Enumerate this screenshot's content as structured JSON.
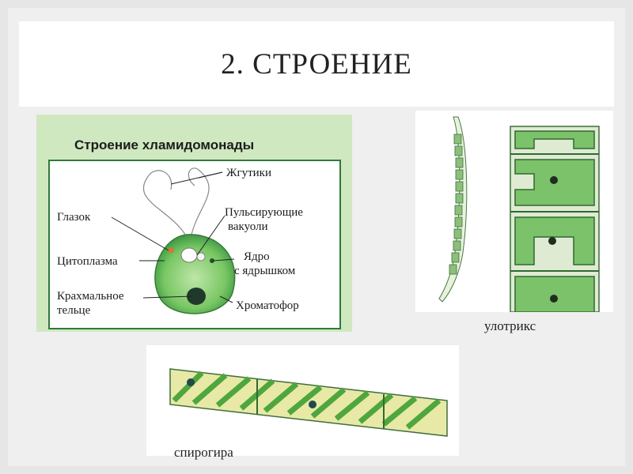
{
  "slide": {
    "title": "2. СТРОЕНИЕ"
  },
  "chlamydomonas": {
    "heading": "Строение хламидомонады",
    "labels": {
      "flagella": "Жгутики",
      "eyespot": "Глазок",
      "vacuoles_line1": "Пульсирующие",
      "vacuoles_line2": "вакуоли",
      "cytoplasm": "Цитоплазма",
      "nucleus_line1": "Ядро",
      "nucleus_line2": "с ядрышком",
      "starch_line1": "Крахмальное",
      "starch_line2": "тельце",
      "chromatophore": "Хроматофор"
    }
  },
  "ulothrix": {
    "caption": "улотрикс"
  },
  "spirogyra": {
    "caption": "спирогира"
  },
  "colors": {
    "panel_green": "#cfe8c0",
    "cell_green": "#6fbf5a",
    "dark_green": "#2f7a3a",
    "spiral_yellow": "#e8e9a6"
  }
}
